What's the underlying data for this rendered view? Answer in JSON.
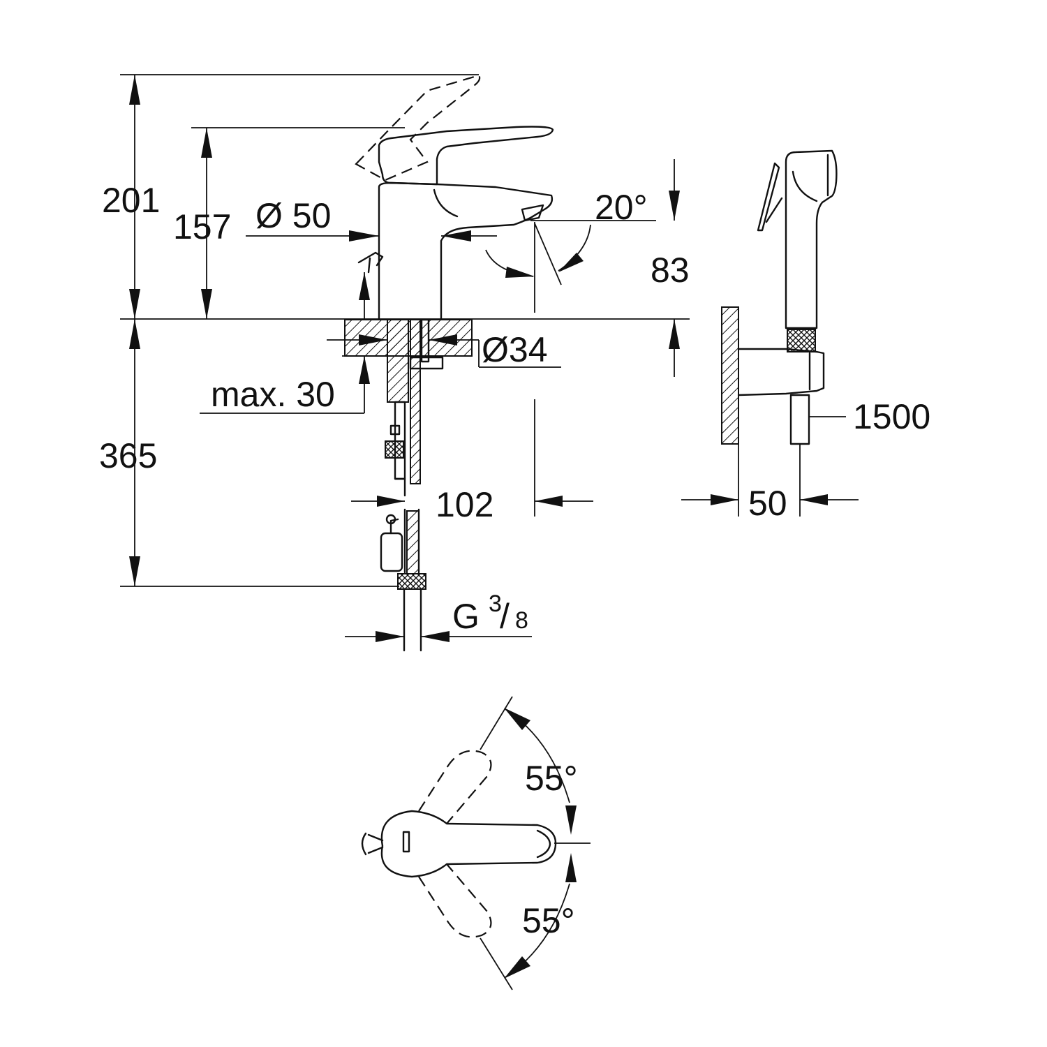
{
  "drawing": {
    "colors": {
      "line": "#111111",
      "background": "#ffffff"
    },
    "dimensions": {
      "overall_height": "201",
      "spout_height": "157",
      "body_diameter": "Ø 50",
      "spray_angle": "20°",
      "spout_reach_height": "83",
      "hole_diameter": "Ø34",
      "max_deck_thickness": "max. 30",
      "below_deck_length": "365",
      "spout_projection": "102",
      "hose_length": "1500",
      "holder_offset": "50",
      "connection_thread_main": "G",
      "connection_thread_num": "3",
      "connection_thread_den": "8",
      "lever_angle_left": "55°",
      "lever_angle_right": "55°"
    }
  }
}
